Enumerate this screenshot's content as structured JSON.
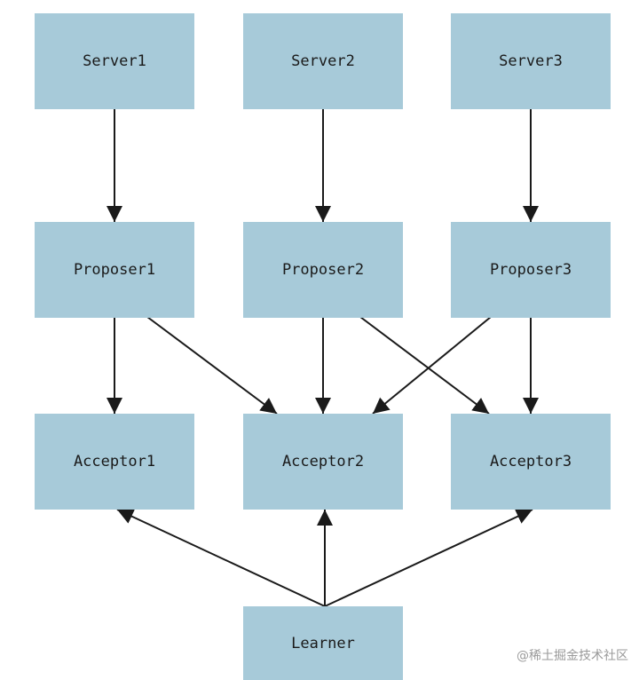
{
  "diagram": {
    "nodes": [
      {
        "id": "server1",
        "label": "Server1"
      },
      {
        "id": "server2",
        "label": "Server2"
      },
      {
        "id": "server3",
        "label": "Server3"
      },
      {
        "id": "proposer1",
        "label": "Proposer1"
      },
      {
        "id": "proposer2",
        "label": "Proposer2"
      },
      {
        "id": "proposer3",
        "label": "Proposer3"
      },
      {
        "id": "acceptor1",
        "label": "Acceptor1"
      },
      {
        "id": "acceptor2",
        "label": "Acceptor2"
      },
      {
        "id": "acceptor3",
        "label": "Acceptor3"
      },
      {
        "id": "learner",
        "label": "Learner"
      }
    ],
    "edges": [
      {
        "from": "server1",
        "to": "proposer1"
      },
      {
        "from": "server2",
        "to": "proposer2"
      },
      {
        "from": "server3",
        "to": "proposer3"
      },
      {
        "from": "proposer1",
        "to": "acceptor1"
      },
      {
        "from": "proposer1",
        "to": "acceptor2"
      },
      {
        "from": "proposer2",
        "to": "acceptor2"
      },
      {
        "from": "proposer2",
        "to": "acceptor3"
      },
      {
        "from": "proposer3",
        "to": "acceptor2"
      },
      {
        "from": "proposer3",
        "to": "acceptor3"
      },
      {
        "from": "learner",
        "to": "acceptor1"
      },
      {
        "from": "learner",
        "to": "acceptor2"
      },
      {
        "from": "learner",
        "to": "acceptor3"
      }
    ],
    "colors": {
      "node_fill": "#a7cad9",
      "edge": "#1a1a1a"
    }
  },
  "watermark": "@稀土掘金技术社区"
}
